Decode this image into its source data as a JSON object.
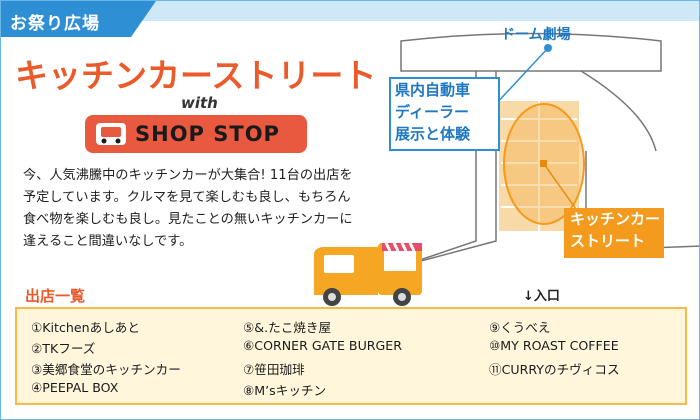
{
  "header": {
    "tab_label": "お祭り広場"
  },
  "title": "キッチンカーストリート",
  "with_label": "with",
  "logo": {
    "text": "SHOP STOP"
  },
  "description": [
    "今、人気沸騰中のキッチンカーが大集合! 11台の出店を",
    "予定しています。クルマを見て楽しむも良し、もちろん",
    "食べ物を楽しむも良し。見たことの無いキッチンカーに",
    "逢えること間違いなしです。"
  ],
  "map": {
    "dome_label": "ドーム劇場",
    "dealer_callout": [
      "県内自動車",
      "ディーラー",
      "展示と体験"
    ],
    "kitchen_callout": [
      "キッチンカー",
      "ストリート"
    ],
    "entrance_label": "↓入口"
  },
  "colors": {
    "accent_orange": "#ea5a2b",
    "callout_orange": "#f49a1c",
    "blue": "#2f8fd4",
    "list_bg": "#fff6dc"
  },
  "shop_list": {
    "heading": "出店一覧",
    "items": [
      "①Kitchenあしあと",
      "②TKフーズ",
      "③美郷食堂のキッチンカー",
      "④PEEPAL BOX",
      "⑤&.たこ焼き屋",
      "⑥CORNER GATE BURGER",
      "⑦笹田珈琲",
      "⑧M’sキッチン",
      "⑨くうべえ",
      "⑩MY ROAST COFFEE",
      "⑪CURRYのチヴィコス"
    ]
  }
}
